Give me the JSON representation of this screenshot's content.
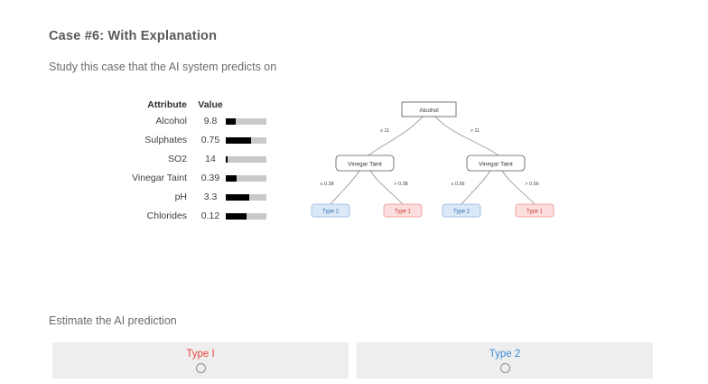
{
  "header": {
    "title": "Case #6: With Explanation",
    "instruction": "Study this case that the AI system predicts on"
  },
  "attributes_table": {
    "columns": [
      "Attribute",
      "Value",
      ""
    ],
    "rows": [
      {
        "attribute": "Alcohol",
        "value": "9.8",
        "fill_percent": 25
      },
      {
        "attribute": "Sulphates",
        "value": "0.75",
        "fill_percent": 62
      },
      {
        "attribute": "SO2",
        "value": "14",
        "fill_percent": 4
      },
      {
        "attribute": "Vinegar Taint",
        "value": "0.39",
        "fill_percent": 27
      },
      {
        "attribute": "pH",
        "value": "3.3",
        "fill_percent": 57
      },
      {
        "attribute": "Chlorides",
        "value": "0.12",
        "fill_percent": 52
      }
    ]
  },
  "decision_tree": {
    "root": {
      "label": "Alcohol"
    },
    "root_edges": {
      "left": "≤ 11",
      "right": "> 11"
    },
    "internal_nodes": [
      {
        "label": "Vinegar Taint",
        "edges": {
          "left": "≤ 0.38",
          "right": "> 0.38"
        }
      },
      {
        "label": "Vinegar Taint",
        "edges": {
          "left": "≤ 0.56",
          "right": "> 0.56"
        }
      }
    ],
    "leaves": [
      {
        "label": "Type 2",
        "class": "type2"
      },
      {
        "label": "Type 1",
        "class": "type1"
      },
      {
        "label": "Type 2",
        "class": "type2"
      },
      {
        "label": "Type 1",
        "class": "type1"
      }
    ],
    "colors": {
      "type1_text": "#cc3b33",
      "type1_fill": "#fbdedd",
      "type1_border": "#e8918c",
      "type2_text": "#2f6fb5",
      "type2_fill": "#dbe8f7",
      "type2_border": "#8fb4de",
      "node_border": "#555555",
      "edge_line": "#888888"
    }
  },
  "answer": {
    "prompt": "Estimate the AI prediction",
    "options": [
      {
        "label": "Type I",
        "color_class": "type1"
      },
      {
        "label": "Type 2",
        "color_class": "type2"
      }
    ]
  }
}
